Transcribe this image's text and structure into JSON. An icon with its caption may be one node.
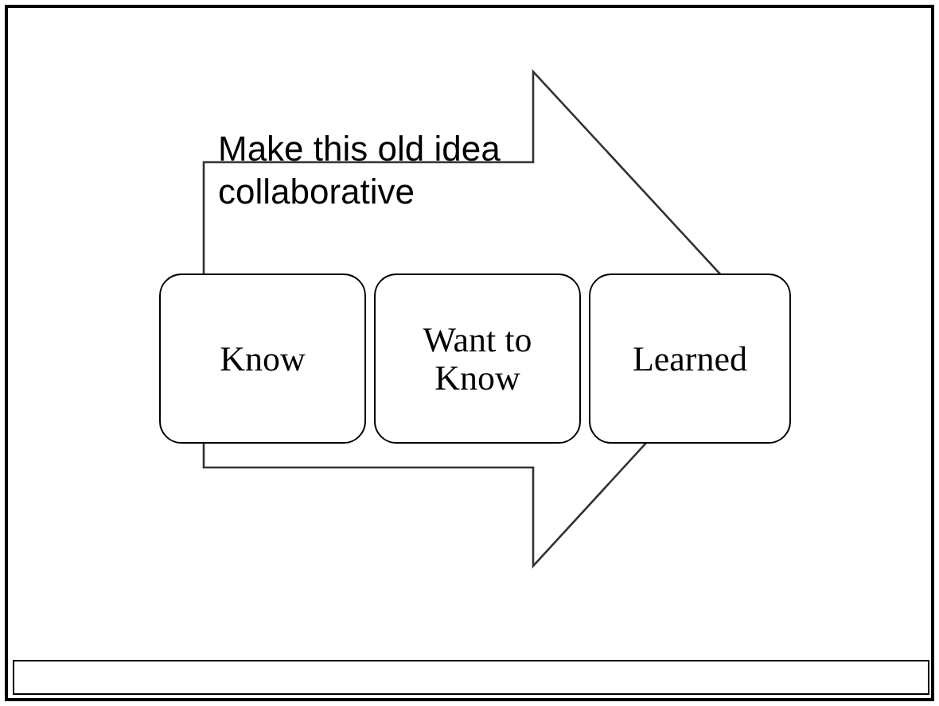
{
  "diagram": {
    "title": "Make this old idea collaborative",
    "nodes": [
      {
        "text": [
          "Know"
        ]
      },
      {
        "text": [
          "Want to Know"
        ]
      },
      {
        "text": [
          "Learned"
        ]
      }
    ],
    "edges": [
      {
        "from": 0,
        "to": 2,
        "arrow": "to"
      }
    ]
  }
}
